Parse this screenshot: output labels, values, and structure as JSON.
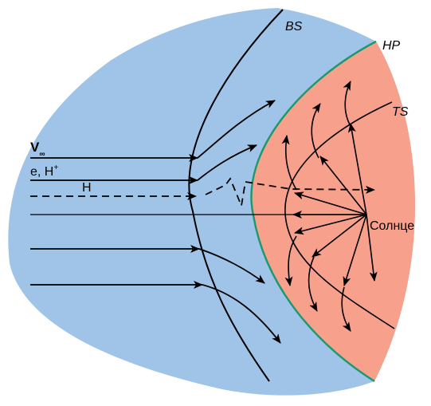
{
  "labels": {
    "bow_shock": "BS",
    "heliopause": "HP",
    "termination_shock": "TS",
    "sun": "Солнце",
    "velocity_symbol": "V",
    "velocity_subscript": "∞",
    "ions_base": "e, H",
    "ions_sup": "+",
    "hydrogen": "H"
  },
  "colors": {
    "interstellar_region": "#9fc4e8",
    "heliosheath_region": "#f7a08c",
    "heliopause_line": "#1a9a6c",
    "lines": "#000000"
  }
}
